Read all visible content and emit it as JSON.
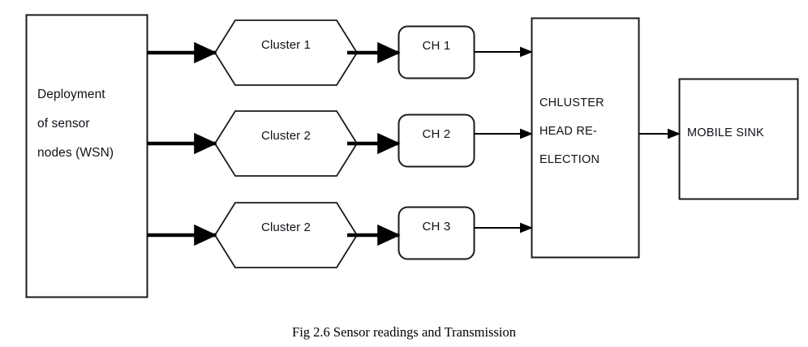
{
  "figure": {
    "caption": "Fig 2.6 Sensor readings and Transmission",
    "colors": {
      "stroke": "#000000",
      "thick_arrow": "#000000",
      "background": "#ffffff",
      "text": "#101018"
    }
  },
  "nodes": {
    "source": {
      "name": "Deployment of sensor nodes (WSN)",
      "lines": "Deployment\nof sensor\nnodes (WSN)"
    },
    "clusters": [
      {
        "label": "Cluster 1"
      },
      {
        "label": "Cluster 2"
      },
      {
        "label": "Cluster 2"
      }
    ],
    "cluster_heads": [
      {
        "label": "CH 1"
      },
      {
        "label": "CH 2"
      },
      {
        "label": "CH 3"
      }
    ],
    "reelection": {
      "name": "CHLUSTER HEAD RE-ELECTION",
      "lines": "CHLUSTER\nHEAD RE-\nELECTION"
    },
    "sink": {
      "label": "MOBILE SINK"
    }
  },
  "edges": [
    {
      "from": "source",
      "to": "cluster-1"
    },
    {
      "from": "source",
      "to": "cluster-2"
    },
    {
      "from": "source",
      "to": "cluster-3"
    },
    {
      "from": "cluster-1",
      "to": "ch-1"
    },
    {
      "from": "cluster-2",
      "to": "ch-2"
    },
    {
      "from": "cluster-3",
      "to": "ch-3"
    },
    {
      "from": "ch-1",
      "to": "reelection"
    },
    {
      "from": "ch-2",
      "to": "reelection"
    },
    {
      "from": "ch-3",
      "to": "reelection"
    },
    {
      "from": "reelection",
      "to": "sink"
    }
  ]
}
